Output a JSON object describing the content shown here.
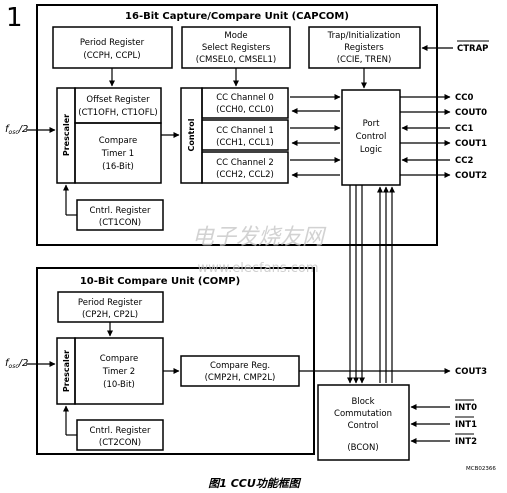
{
  "corner_mark": "1",
  "capcom": {
    "title": "16-Bit Capture/Compare Unit (CAPCOM)",
    "period_register": {
      "line1": "Period Register",
      "line2": "(CCPH, CCPL)"
    },
    "mode_select": {
      "line1": "Mode",
      "line2": "Select Registers",
      "line3": "(CMSEL0, CMSEL1)"
    },
    "trap_init": {
      "line1": "Trap/Initialization",
      "line2": "Registers",
      "line3": "(CCIE, TREN)"
    },
    "prescaler": "Prescaler",
    "control": "Control",
    "offset_register": {
      "line1": "Offset Register",
      "line2": "(CT1OFH, CT1OFL)"
    },
    "compare_timer": {
      "line1": "Compare",
      "line2": "Timer 1",
      "line3": "(16-Bit)"
    },
    "channels": [
      {
        "line1": "CC Channel 0",
        "line2": "(CCH0, CCL0)"
      },
      {
        "line1": "CC Channel 1",
        "line2": "(CCH1, CCL1)"
      },
      {
        "line1": "CC Channel 2",
        "line2": "(CCH2, CCL2)"
      }
    ],
    "port_control": {
      "line1": "Port",
      "line2": "Control",
      "line3": "Logic"
    },
    "ctrl_register": {
      "line1": "Cntrl. Register",
      "line2": "(CT1CON)"
    },
    "fosc_label": "f",
    "fosc_sub": "osc",
    "fosc_div": "/2"
  },
  "comp": {
    "title": "10-Bit Compare Unit (COMP)",
    "period_register": {
      "line1": "Period Register",
      "line2": "(CP2H, CP2L)"
    },
    "prescaler": "Prescaler",
    "compare_timer": {
      "line1": "Compare",
      "line2": "Timer 2",
      "line3": "(10-Bit)"
    },
    "compare_reg": {
      "line1": "Compare Reg.",
      "line2": "(CMP2H, CMP2L)"
    },
    "ctrl_register": {
      "line1": "Cntrl. Register",
      "line2": "(CT2CON)"
    },
    "fosc_label": "f",
    "fosc_sub": "osc",
    "fosc_div": "/2"
  },
  "block_commutation": {
    "line1": "Block",
    "line2": "Commutation",
    "line3": "Control",
    "line4": "(BCON)"
  },
  "signals": {
    "ctrap": "CTRAP",
    "cc0": "CC0",
    "cout0": "COUT0",
    "cc1": "CC1",
    "cout1": "COUT1",
    "cc2": "CC2",
    "cout2": "COUT2",
    "cout3": "COUT3",
    "int0": "INT0",
    "int1": "INT1",
    "int2": "INT2"
  },
  "figure_code": "MCB02366",
  "caption": "图1  CCU功能框图",
  "watermark": {
    "cn": "电子发烧友网",
    "url": "www.elecfans.com"
  }
}
